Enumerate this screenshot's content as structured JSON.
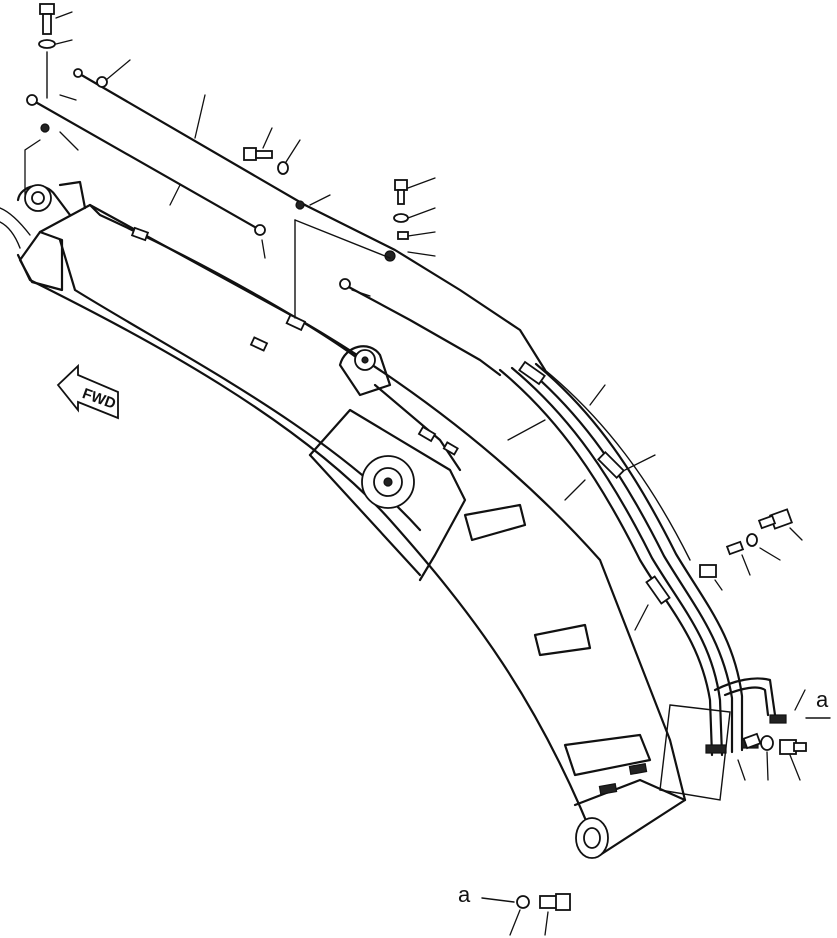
{
  "diagram": {
    "direction_marker": {
      "text": "FWD",
      "icon": "arrow-left-icon"
    },
    "reference_labels": {
      "upper": "a",
      "lower": "a"
    }
  }
}
